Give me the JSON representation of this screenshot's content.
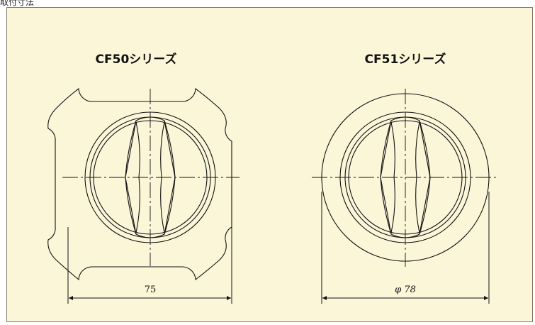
{
  "header": {
    "partial_label": "取付寸法"
  },
  "left_view": {
    "title": "CF50シリーズ",
    "dimension": "75"
  },
  "right_view": {
    "title": "CF51シリーズ",
    "dimension": "φ 78"
  },
  "colors": {
    "panel_bg": "#fcf6d9",
    "line": "#111111",
    "border": "#7c7a6a"
  }
}
